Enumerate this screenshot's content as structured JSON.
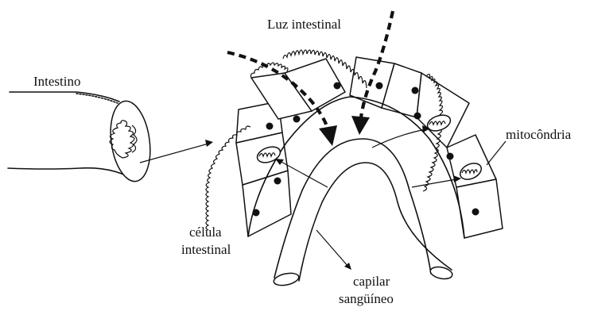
{
  "labels": {
    "intestine": "Intestino",
    "lumen": "Luz intestinal",
    "mitochondria": "mitocôndria",
    "intestinal_cell_line1": "célula",
    "intestinal_cell_line2": "intestinal",
    "capillary_line1": "capilar",
    "capillary_line2": "sangüíneo"
  }
}
